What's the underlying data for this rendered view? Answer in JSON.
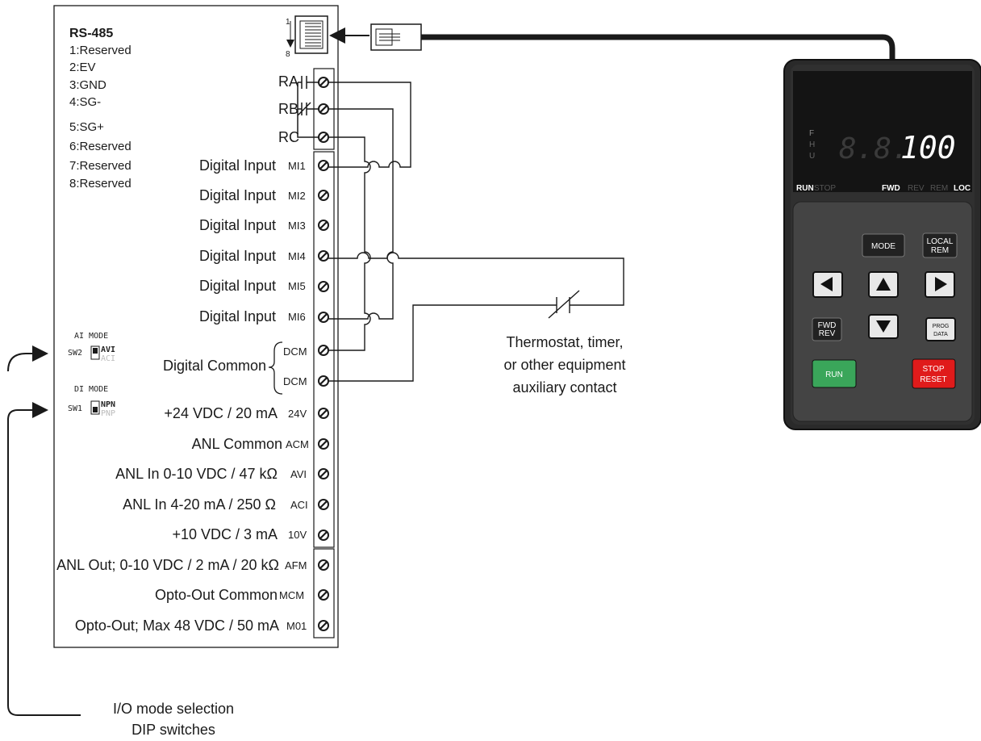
{
  "rs485": {
    "title": "RS-485",
    "pins": [
      "1:Reserved",
      "2:EV",
      "3:GND",
      "4:SG-",
      "5:SG+",
      "6:Reserved",
      "7:Reserved",
      "8:Reserved"
    ],
    "jack_pin_top": "1",
    "jack_pin_bottom": "8"
  },
  "relay": {
    "ra": "RA",
    "rb": "RB",
    "rc": "RC"
  },
  "digital_inputs": [
    {
      "label": "Digital Input",
      "term": "MI1"
    },
    {
      "label": "Digital Input",
      "term": "MI2"
    },
    {
      "label": "Digital Input",
      "term": "MI3"
    },
    {
      "label": "Digital Input",
      "term": "MI4"
    },
    {
      "label": "Digital Input",
      "term": "MI5"
    },
    {
      "label": "Digital Input",
      "term": "MI6"
    }
  ],
  "digital_common": {
    "label": "Digital Common",
    "terms": [
      "DCM",
      "DCM"
    ]
  },
  "power_analog": [
    {
      "label": "+24 VDC / 20 mA",
      "term": "24V"
    },
    {
      "label": "ANL Common",
      "term": "ACM"
    },
    {
      "label": "ANL In 0-10 VDC / 47 kΩ",
      "term": "AVI"
    },
    {
      "label": "ANL In 4-20 mA / 250 Ω",
      "term": "ACI"
    },
    {
      "label": "+10 VDC / 3 mA",
      "term": "10V"
    }
  ],
  "outputs": [
    {
      "label": "ANL Out; 0-10 VDC / 2 mA / 20 kΩ",
      "term": "AFM"
    },
    {
      "label": "Opto-Out Common",
      "term": "MCM"
    },
    {
      "label": "Opto-Out; Max 48 VDC / 50 mA",
      "term": "M01"
    }
  ],
  "switches": {
    "sw2": {
      "mode": "AI MODE",
      "name": "SW2",
      "on": "AVI",
      "off": "ACI"
    },
    "sw1": {
      "mode": "DI MODE",
      "name": "SW1",
      "on": "NPN",
      "off": "PNP"
    }
  },
  "thermostat": {
    "line1": "Thermostat, timer,",
    "line2": "or other equipment",
    "line3": "auxiliary contact"
  },
  "dip_callout": {
    "line1": "I/O mode selection",
    "line2": "DIP switches"
  },
  "keypad": {
    "display_value": "100",
    "dim_digits": "8.8.",
    "side_letters": [
      "F",
      "H",
      "U"
    ],
    "indicators": [
      {
        "text": "RUN",
        "active": true
      },
      {
        "text": "STOP",
        "active": false
      },
      {
        "text": "FWD",
        "active": true
      },
      {
        "text": "REV",
        "active": false
      },
      {
        "text": "REM",
        "active": false
      },
      {
        "text": "LOC",
        "active": true
      }
    ],
    "btn_mode": "MODE",
    "btn_local": "LOCAL",
    "btn_rem": "REM",
    "btn_fwd": "FWD",
    "btn_rev": "REV",
    "btn_prog": "PROG",
    "btn_data": "DATA",
    "btn_run": "RUN",
    "btn_stop": "STOP",
    "btn_reset": "RESET",
    "colors": {
      "run": "#3aa65a",
      "stop": "#e01b1b",
      "display": "#ffffff",
      "body": "#3a3a3a"
    }
  }
}
